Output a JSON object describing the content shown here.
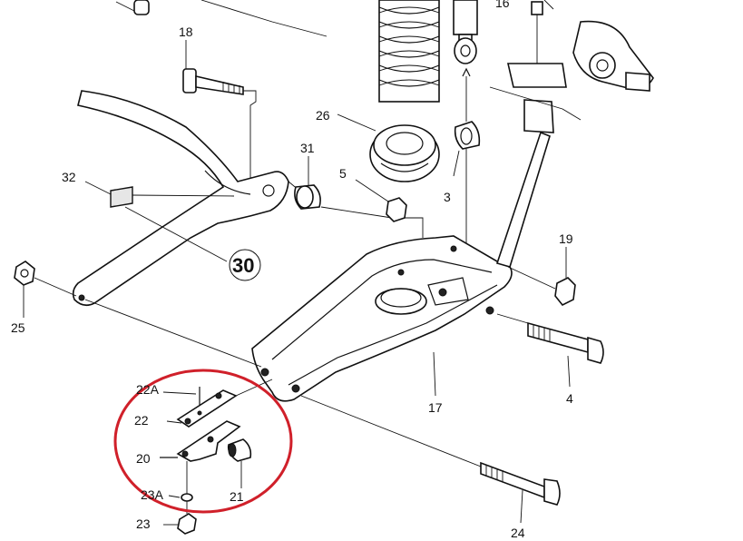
{
  "labels": {
    "l18": "18",
    "l16": "16",
    "l26": "26",
    "l31": "31",
    "l5": "5",
    "l3": "3",
    "l32": "32",
    "l30": "30",
    "l19": "19",
    "l25": "25",
    "l17": "17",
    "l4": "4",
    "l22A": "22A",
    "l22": "22",
    "l20": "20",
    "l21": "21",
    "l23A": "23A",
    "l23": "23",
    "l24": "24"
  },
  "colors": {
    "highlight_circle": "#d0202a",
    "ink": "#111111",
    "background": "#ffffff"
  }
}
